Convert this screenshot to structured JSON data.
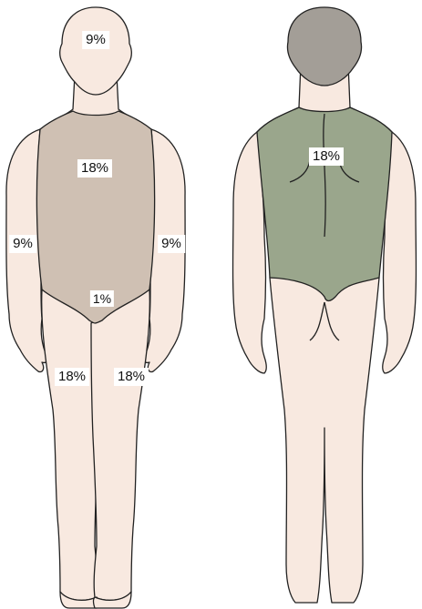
{
  "colors": {
    "skin": "#f8e9e0",
    "outline": "#222222",
    "front_torso": "#cfc0b3",
    "back_torso": "#9aa68c",
    "hair": "#a39e97"
  },
  "front_figure": {
    "head_percent": "9%",
    "torso_percent": "18%",
    "right_arm_percent": "9%",
    "left_arm_percent": "9%",
    "perineum_percent": "1%",
    "right_leg_percent": "18%",
    "left_leg_percent": "18%"
  },
  "back_figure": {
    "back_torso_percent": "18%"
  }
}
